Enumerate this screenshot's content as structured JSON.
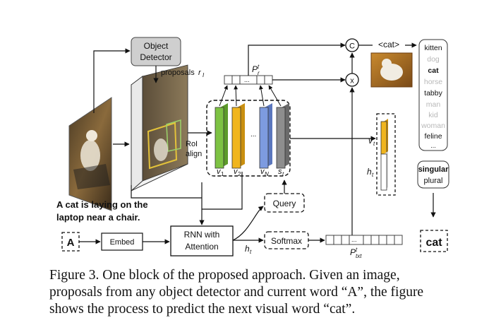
{
  "diagram": {
    "object_detector": [
      "Object",
      "Detector"
    ],
    "proposals": "proposals",
    "proposals_symbol": "r",
    "proposals_sub": "I",
    "roi_align": [
      "RoI",
      "align"
    ],
    "region_labels": [
      "v",
      "v",
      "v",
      "s"
    ],
    "region_subs": [
      "1",
      "2",
      "N",
      "t"
    ],
    "ellipsis": "...",
    "pr": "P",
    "pr_sup": "t",
    "pr_sub": "r",
    "ptxt": "P",
    "ptxt_sup": "t",
    "ptxt_sub": "txt",
    "concat_symbol": "C",
    "mult_symbol": "x",
    "cat_tag": "<cat>",
    "vocab": [
      "kitten",
      "dog",
      "cat",
      "horse",
      "tabby",
      "man",
      "kid",
      "woman",
      "feline",
      "..."
    ],
    "vt": "v",
    "vt_sub": "t",
    "ht": "h",
    "ht_sub": "t",
    "sentence": [
      "A cat is laying on the",
      "laptop near a chair."
    ],
    "input_word": "A",
    "embed": "Embed",
    "rnn": [
      "RNN with",
      "Attention"
    ],
    "query": "Query",
    "softmax": "Softmax",
    "h_t": "h",
    "h_t_sub": "t",
    "singular": "singular",
    "plural": "plural",
    "output_word": "cat"
  },
  "caption": [
    "Figure 3. One block of the proposed approach.  Given an image,",
    "proposals from any object detector and current word “A”, the figure",
    "shows the process to predict the next visual word “cat”."
  ],
  "colors": {
    "green": "#7dc243",
    "orange": "#f0b51e",
    "blue": "#7d9be0",
    "gray": "#8e8e8e",
    "detector_box": "#cfcfcf"
  }
}
